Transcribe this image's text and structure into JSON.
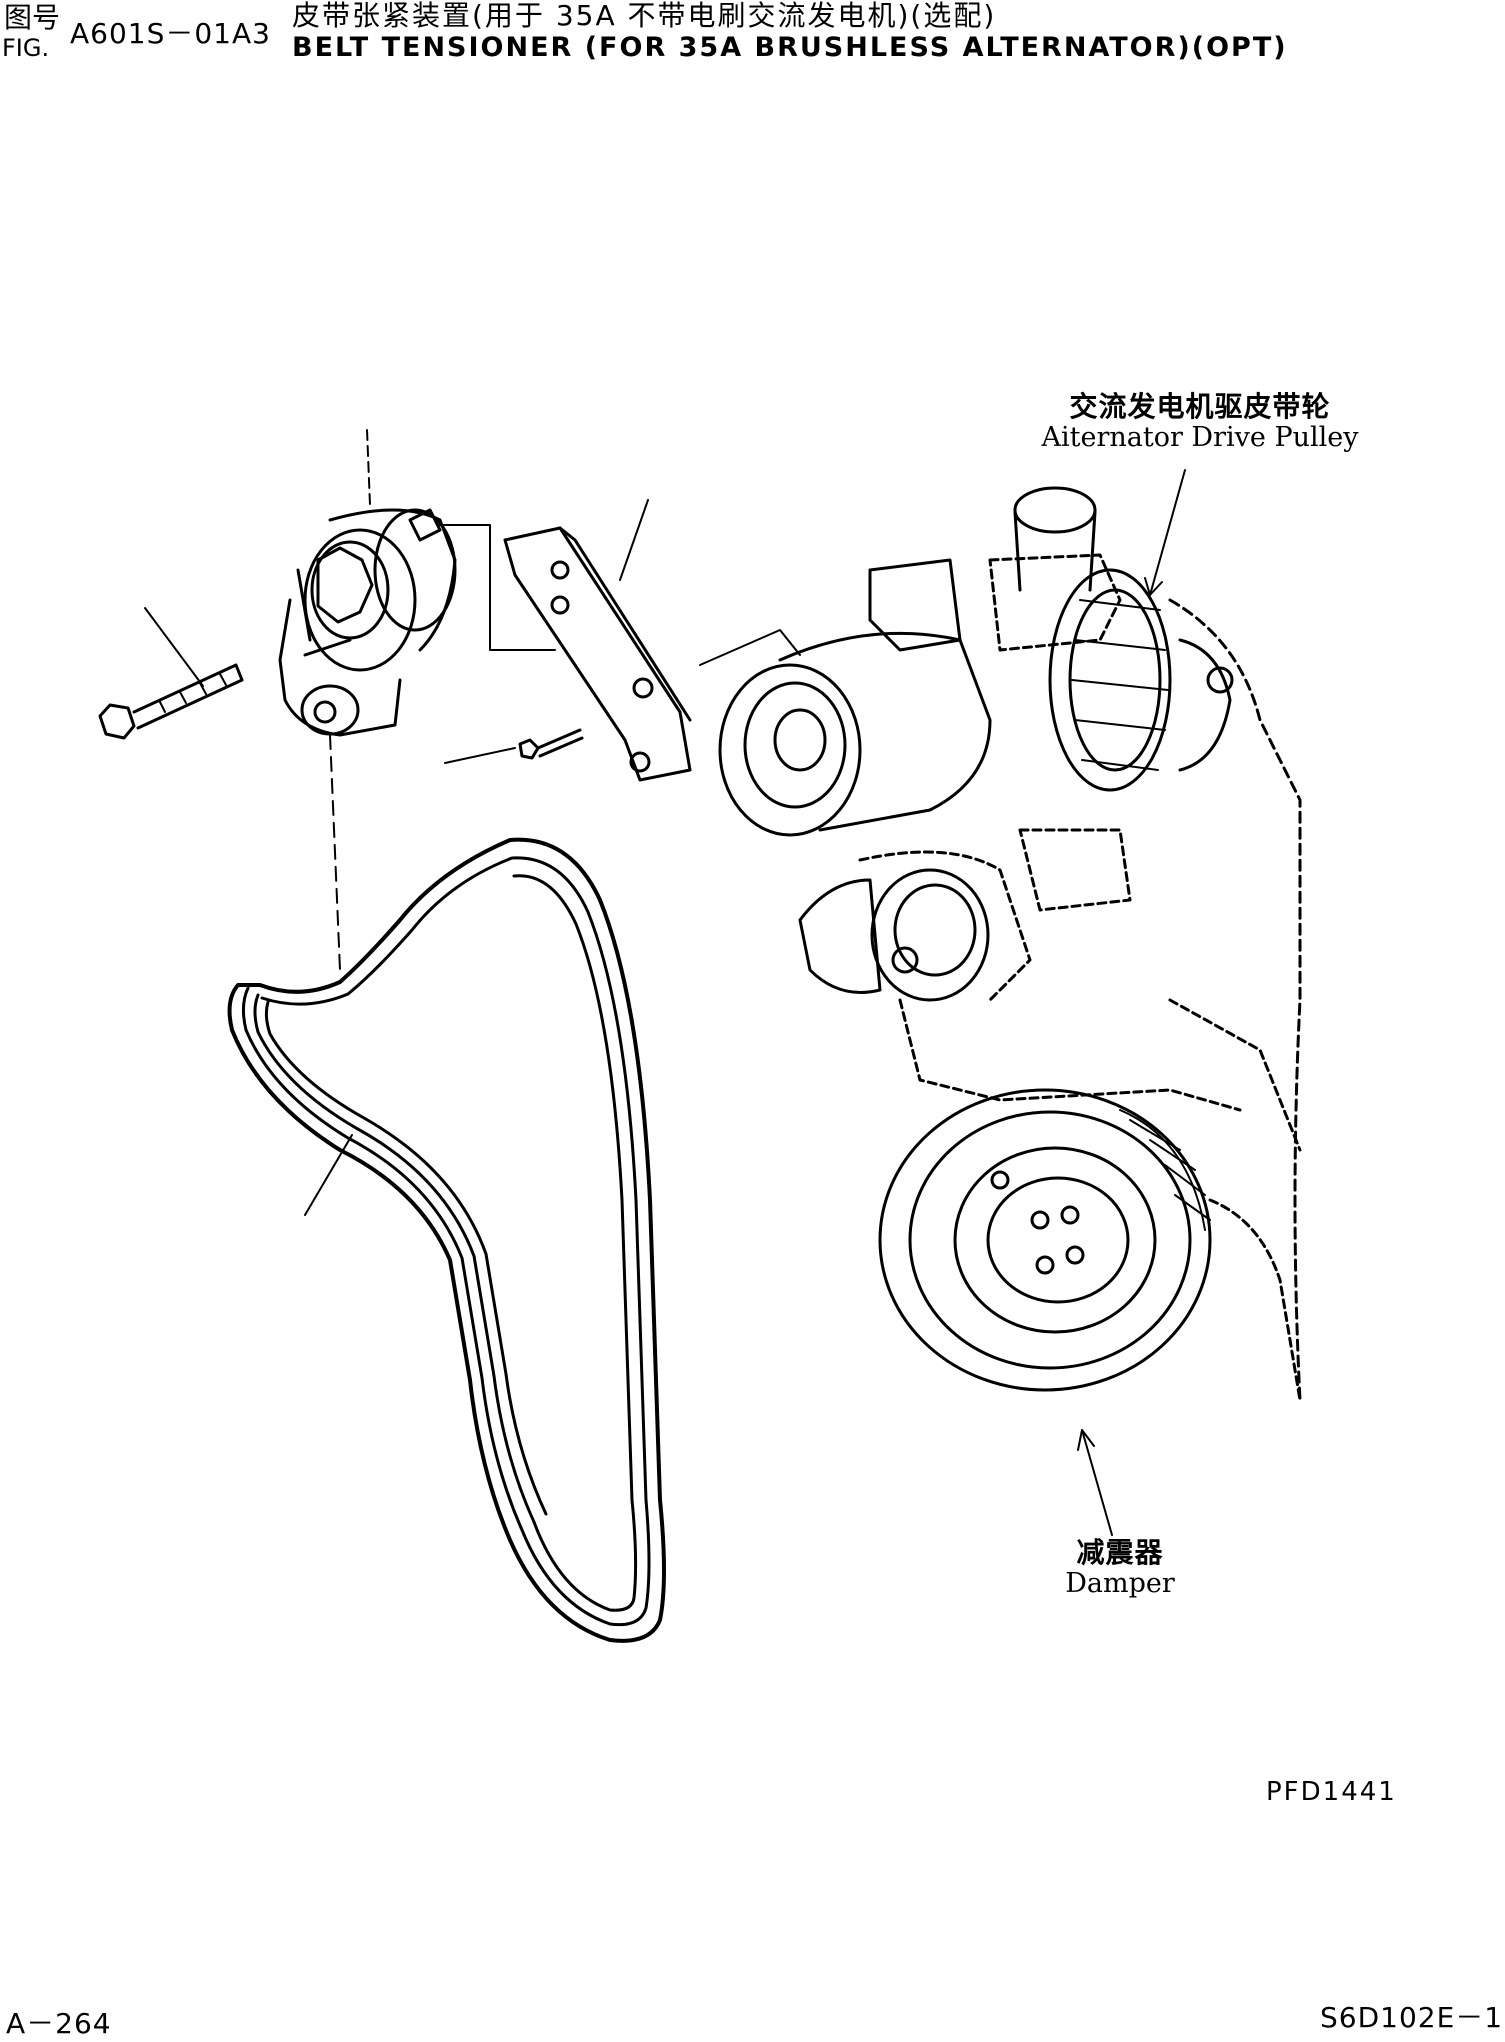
{
  "header": {
    "fig_label_cn": "图号",
    "fig_label_en": "FIG.",
    "fig_code": "A601S－01A3",
    "title_cn": "皮带张紧装置(用于 35A 不带电刷交流发电机)(选配)",
    "title_en": "BELT TENSIONER (FOR 35A BRUSHLESS ALTERNATOR)(OPT)"
  },
  "callouts": {
    "alternator_pulley_cn": "交流发电机驱皮带轮",
    "alternator_pulley_en": "Aiternator Drive Pulley",
    "damper_cn": "减震器",
    "damper_en": "Damper"
  },
  "footer": {
    "drawing_id": "PFD1441",
    "page_number": "A－264",
    "model": "S6D102E－1"
  }
}
